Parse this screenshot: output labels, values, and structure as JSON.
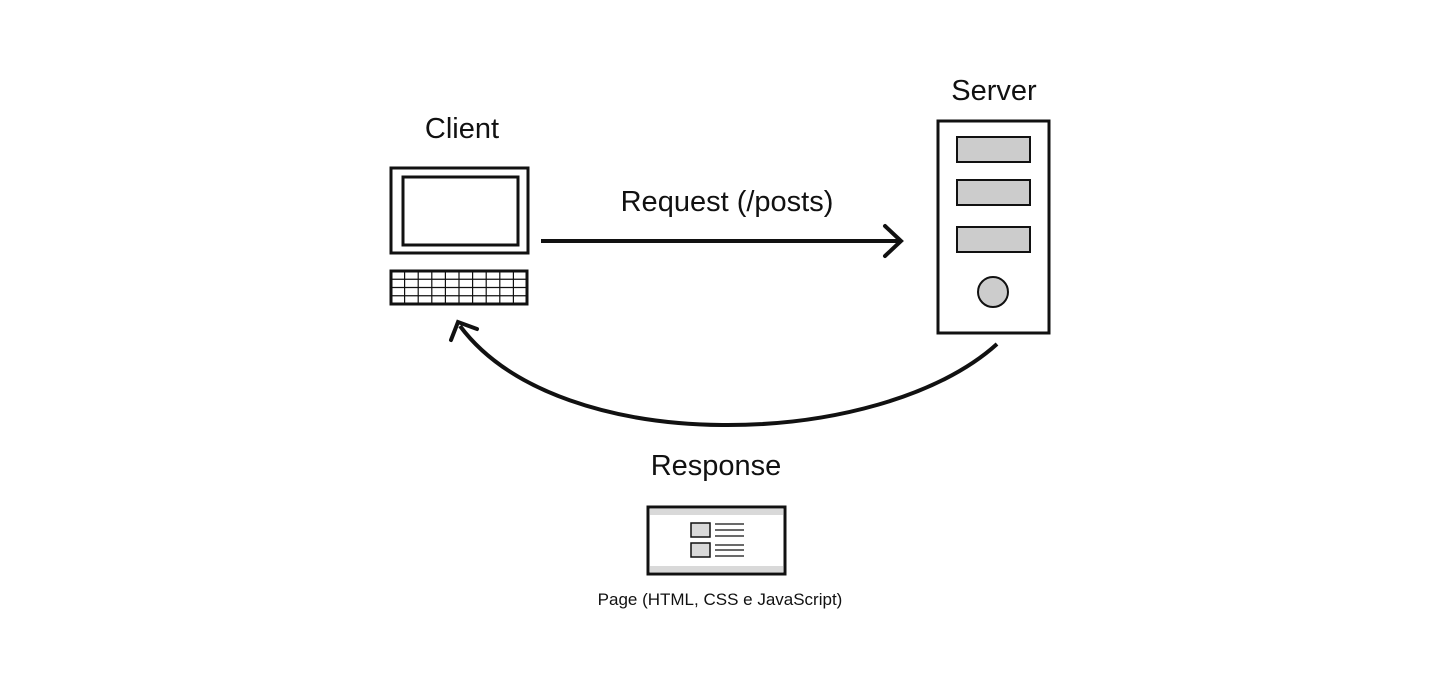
{
  "diagram": {
    "client_label": "Client",
    "server_label": "Server",
    "request_label": "Request (/posts)",
    "response_label": "Response",
    "page_caption": "Page (HTML, CSS e JavaScript)"
  },
  "colors": {
    "stroke": "#111111",
    "fill_light": "#cccccc",
    "fill_lighter": "#d9d9d9",
    "background": "#ffffff"
  }
}
